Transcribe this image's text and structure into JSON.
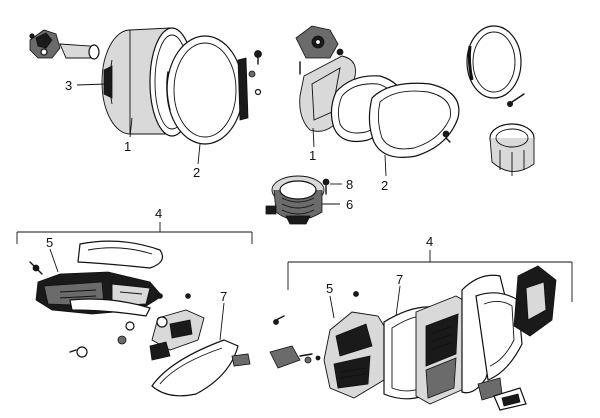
{
  "callouts": {
    "left_headlight_1": "1",
    "left_headlight_2": "2",
    "left_headlight_3": "3",
    "right_headlight_1": "1",
    "right_headlight_2": "2",
    "right_socket_6": "6",
    "right_socket_8": "8",
    "left_tail_group": "4",
    "left_tail_5": "5",
    "left_tail_7": "7",
    "right_tail_group": "4",
    "right_tail_5": "5",
    "right_tail_7": "7"
  }
}
